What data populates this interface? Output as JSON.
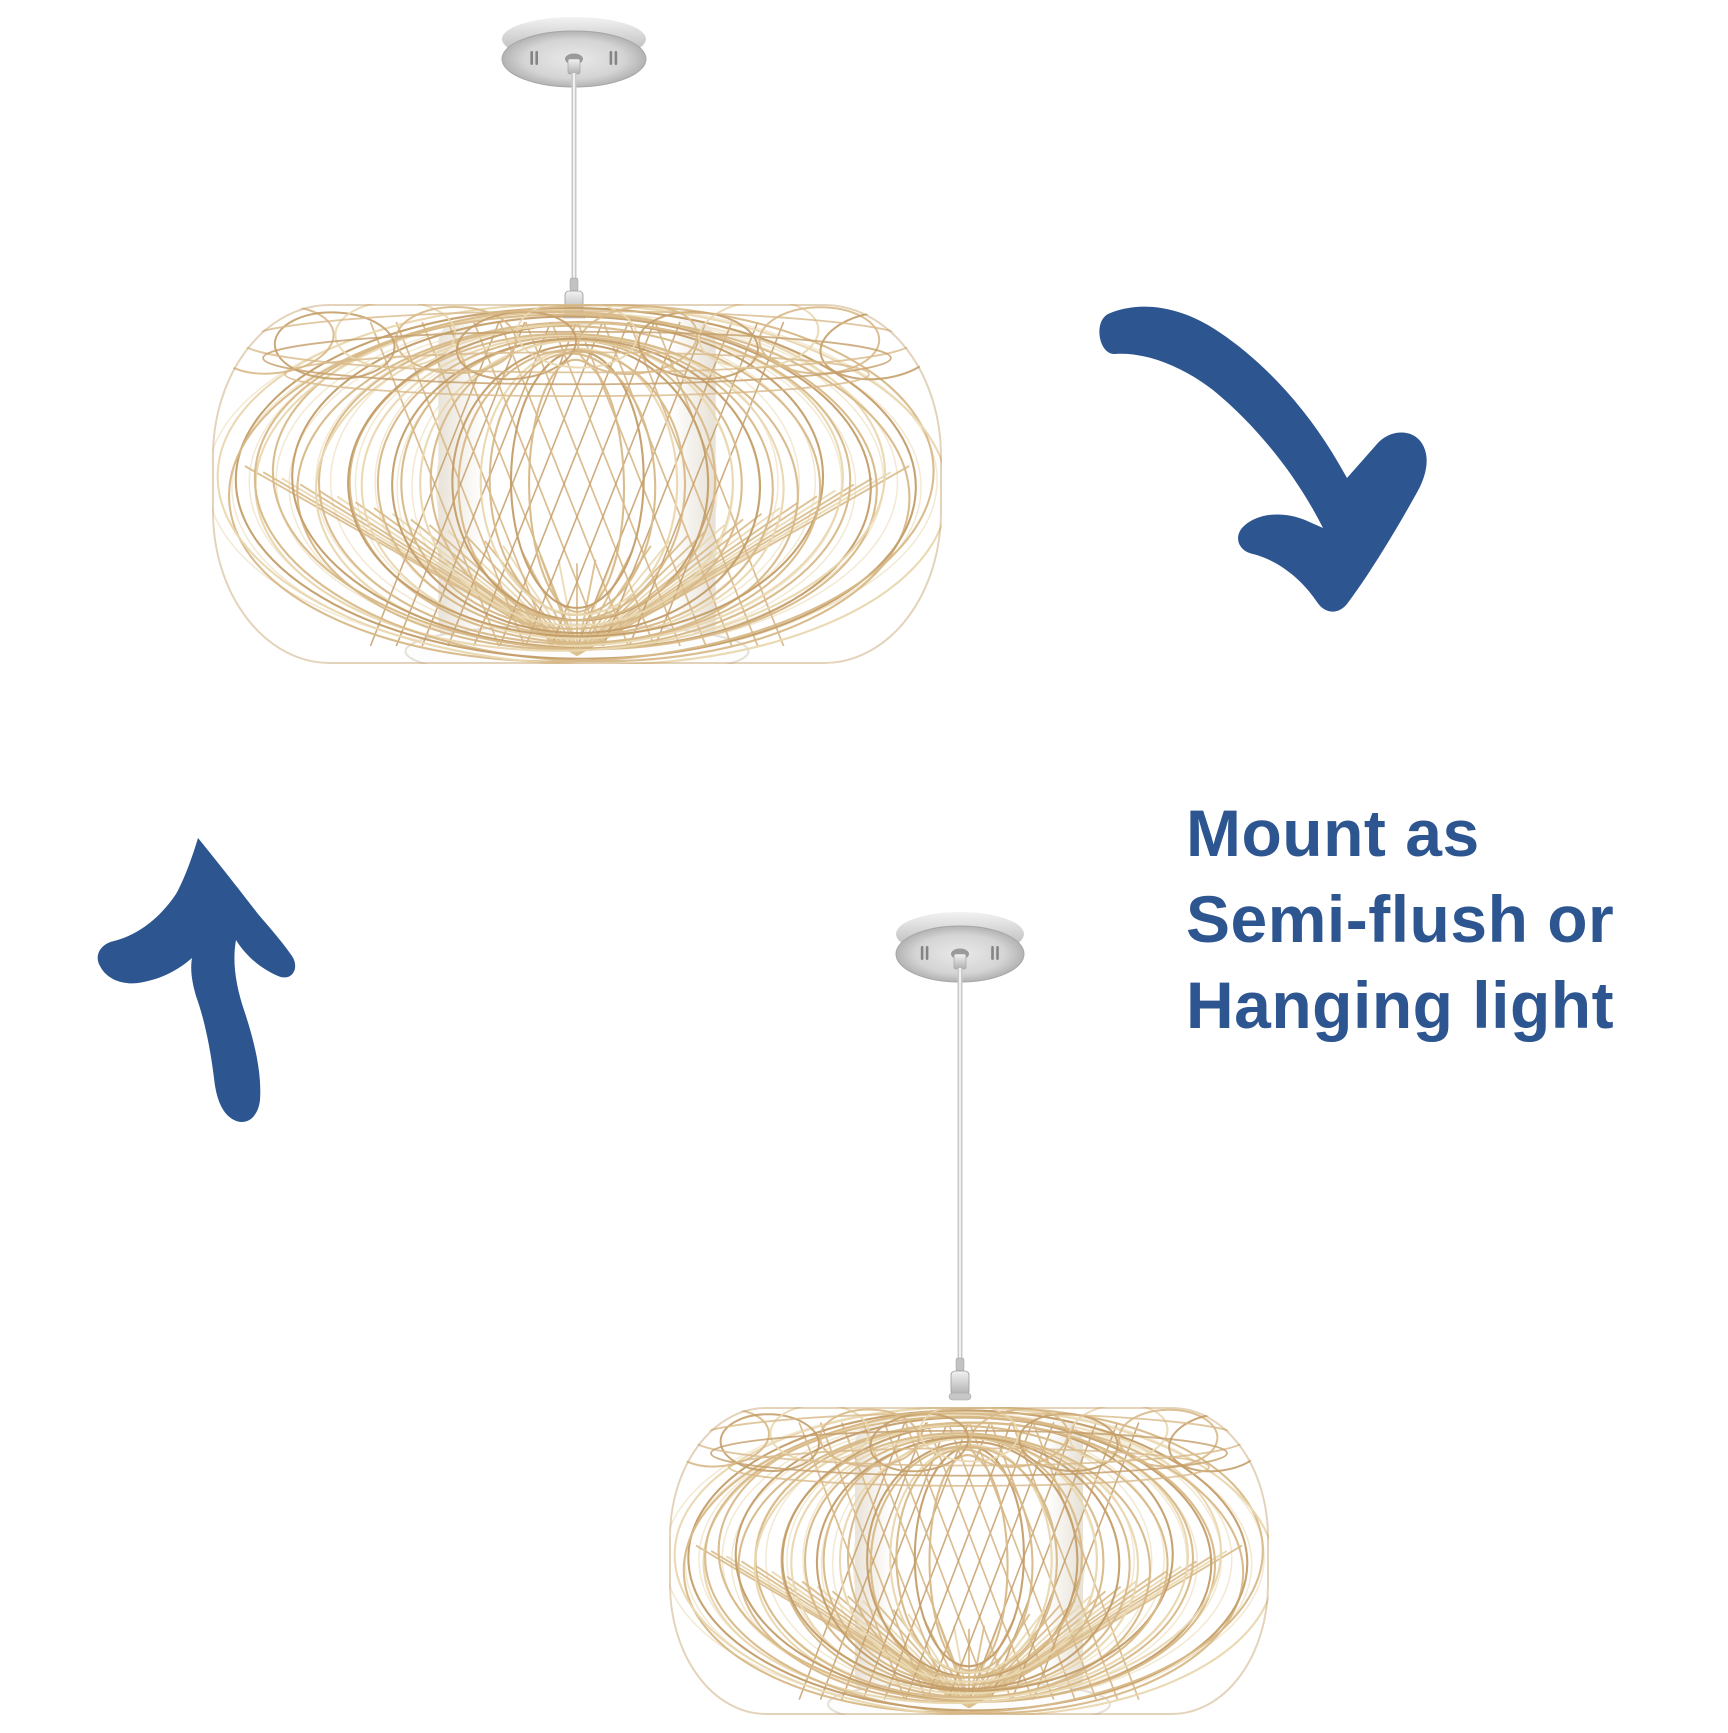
{
  "page": {
    "type": "product-infographic",
    "background": "#ffffff"
  },
  "caption": {
    "lines": [
      "Mount as",
      "Semi-flush or",
      "Hanging light"
    ],
    "color": "#2d5590"
  },
  "figures": [
    {
      "name": "pendant-semi-flush",
      "variant": "semi-flush",
      "cord": "short"
    },
    {
      "name": "pendant-hanging",
      "variant": "hanging",
      "cord": "long"
    }
  ],
  "icons": [
    {
      "name": "arrow-down-right-icon"
    },
    {
      "name": "arrow-up-icon"
    }
  ],
  "colors": {
    "arrow_blue": "#2d5590",
    "rattan": "#d8b988",
    "rattan_dark": "#c49e69",
    "rattan_light": "#e9d7af",
    "nickel_light": "#f2f2f2",
    "nickel_dark": "#b0b0b0",
    "cord_gray": "#c9c9c9",
    "diffuser_white": "#fdfdfd"
  }
}
